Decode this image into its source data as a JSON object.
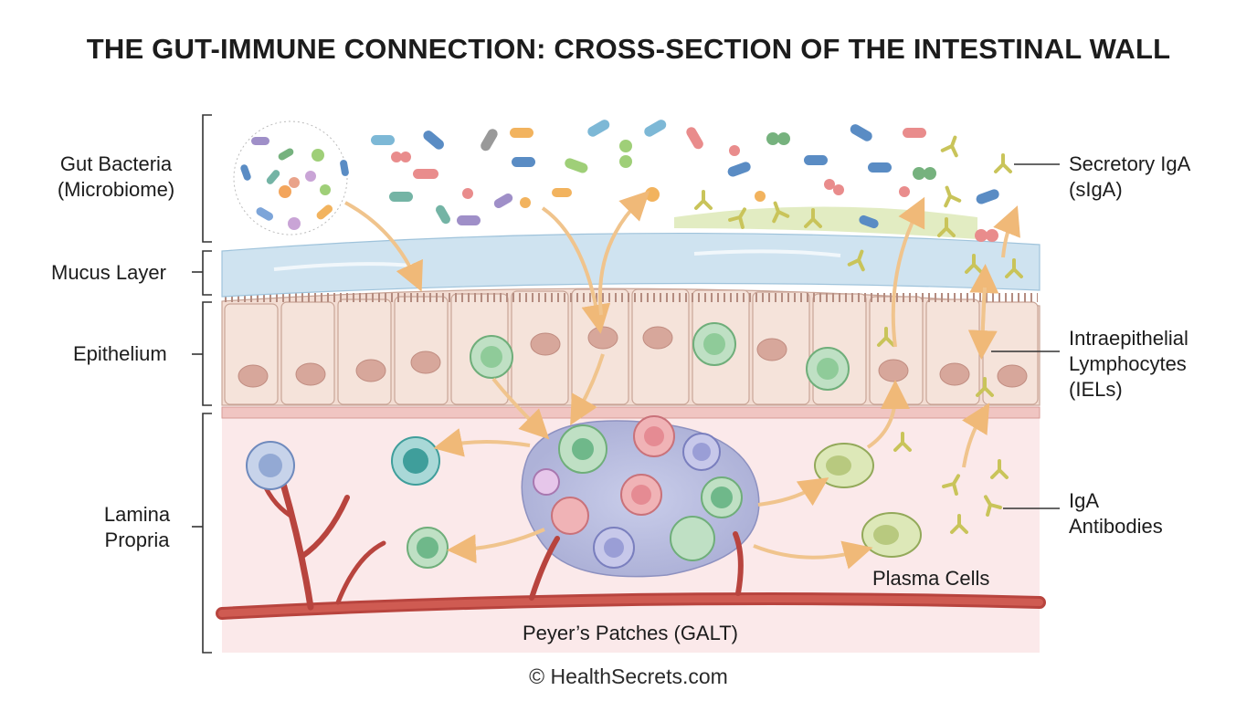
{
  "title": "THE GUT-IMMUNE CONNECTION: CROSS-SECTION OF THE INTESTINAL WALL",
  "left_labels": {
    "gut_bacteria_line1": "Gut Bacteria",
    "gut_bacteria_line2": "(Microbiome)",
    "mucus_layer": "Mucus Layer",
    "epithelium": "Epithelium",
    "lamina_propria_line1": "Lamina",
    "lamina_propria_line2": "Propria"
  },
  "right_labels": {
    "secretory_iga_line1": "Secretory IgA",
    "secretory_iga_line2": "(sIgA)",
    "iel_line1": "Intraepithelial",
    "iel_line2": "Lymphocytes",
    "iel_line3": "(IELs)",
    "iga_antibodies_line1": "IgA",
    "iga_antibodies_line2": "Antibodies"
  },
  "inner_labels": {
    "plasma_cells": "Plasma Cells",
    "peyers_patches": "Peyer’s Patches (GALT)"
  },
  "footer": "© HealthSecrets.com",
  "colors": {
    "mucus": "#cfe3f0",
    "epithelium": "#f3ddd3",
    "lamina_propria": "#fbe9ea",
    "blood_vessel": "#b8443e",
    "antibody": "#d9d46a",
    "arrow": "#f5c98f"
  }
}
